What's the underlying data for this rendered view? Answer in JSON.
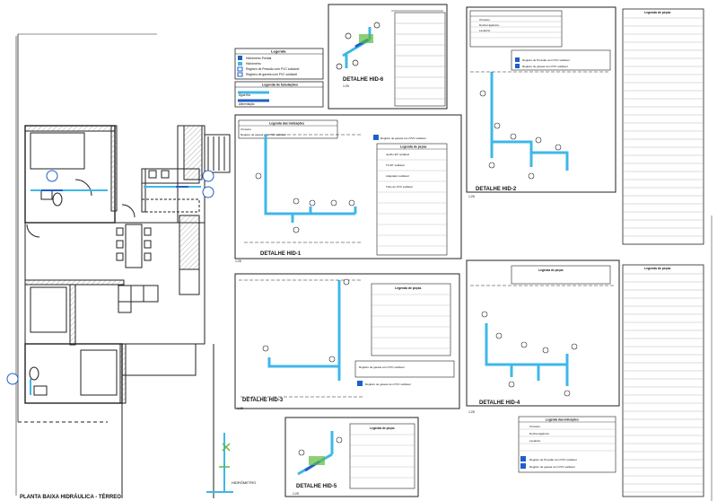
{
  "plan": {
    "title": "PLANTA BAIXA HIDRÁULICA - TÉRREO",
    "hidrometro": "HIDRÔMETRO"
  },
  "colors": {
    "water": "#3fb7e8",
    "pipe_dark": "#1f5fc9",
    "line": "#222222",
    "green": "#5dbb3f",
    "paper": "#ffffff"
  },
  "details": {
    "hid6": {
      "title": "DETALHE HID-6",
      "scale": "1:25"
    },
    "hid1": {
      "title": "DETALHE HID-1",
      "scale": "1:25"
    },
    "hid2": {
      "title": "DETALHE HID-2",
      "scale": "1:25"
    },
    "hid3": {
      "title": "DETALHE HID-3",
      "scale": "1:25"
    },
    "hid4": {
      "title": "DETALHE HID-4",
      "scale": "1:25"
    },
    "hid5": {
      "title": "DETALHE HID-5",
      "scale": "1:25"
    }
  },
  "legends": {
    "main_title": "Legenda",
    "main_items": [
      "Hidrômetro Predial",
      "Hidrômetro",
      "Registro de Pressão com PVC soldável",
      "Registro de gaveta com PVC soldável"
    ],
    "tubulacao_title": "Legenda de tubulações",
    "tubulacao_items": [
      "Água fria",
      "Alimentação"
    ],
    "indicacoes_title": "Legenda das indicações",
    "indicacoes_items": [
      "Chuveiro",
      "Ducha Higiênica",
      "Lavatório",
      "Registro de gaveta com PVC soldável"
    ],
    "pecas_title": "Legenda de peças",
    "pecas_items": [
      "Joelho 90° soldável",
      "Tê 90° soldável",
      "Adaptador soldável",
      "Registro de gaveta com PVC soldável",
      "Tubo de PVC soldável"
    ],
    "reg_bottom": "Registro de gaveta com PVC soldável"
  }
}
